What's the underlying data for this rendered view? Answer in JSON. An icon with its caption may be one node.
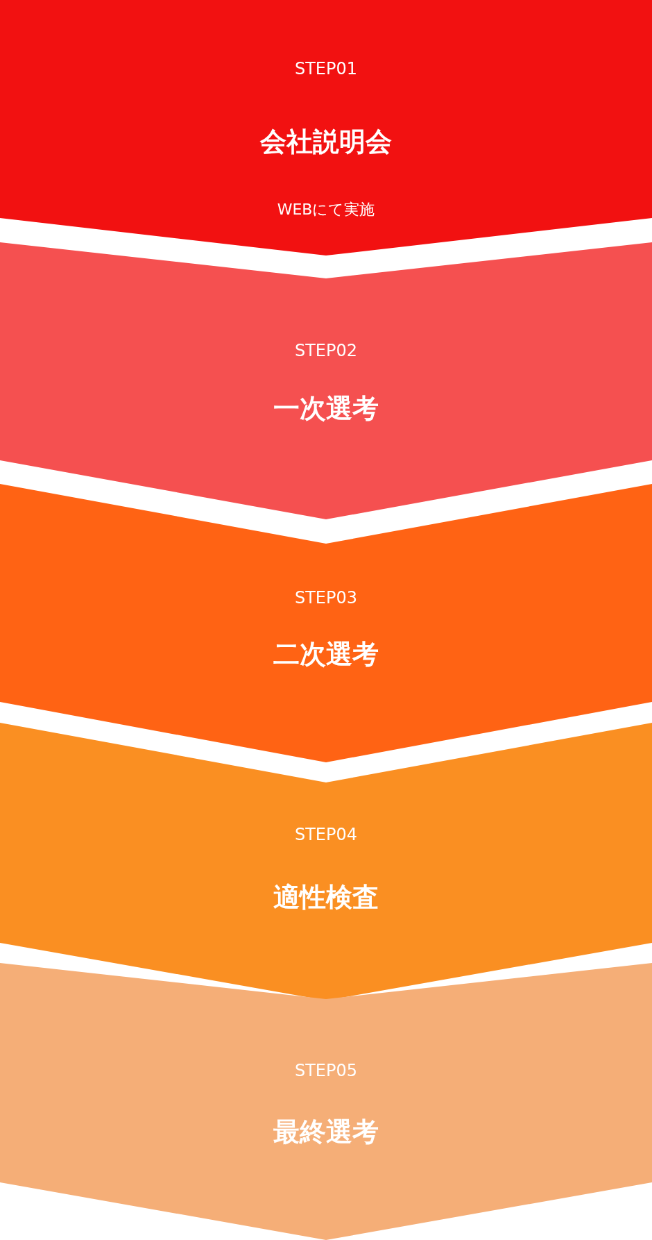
{
  "diagram": {
    "nodes": [
      {
        "text": [
          "STEP01",
          "会社説明会",
          "WEBにて実施"
        ]
      },
      {
        "text": [
          "STEP02",
          "一次選考"
        ]
      },
      {
        "text": [
          "STEP03",
          "二次選考"
        ]
      },
      {
        "text": [
          "STEP04",
          "適性検査"
        ]
      },
      {
        "text": [
          "STEP05",
          "最終選考"
        ]
      }
    ]
  }
}
